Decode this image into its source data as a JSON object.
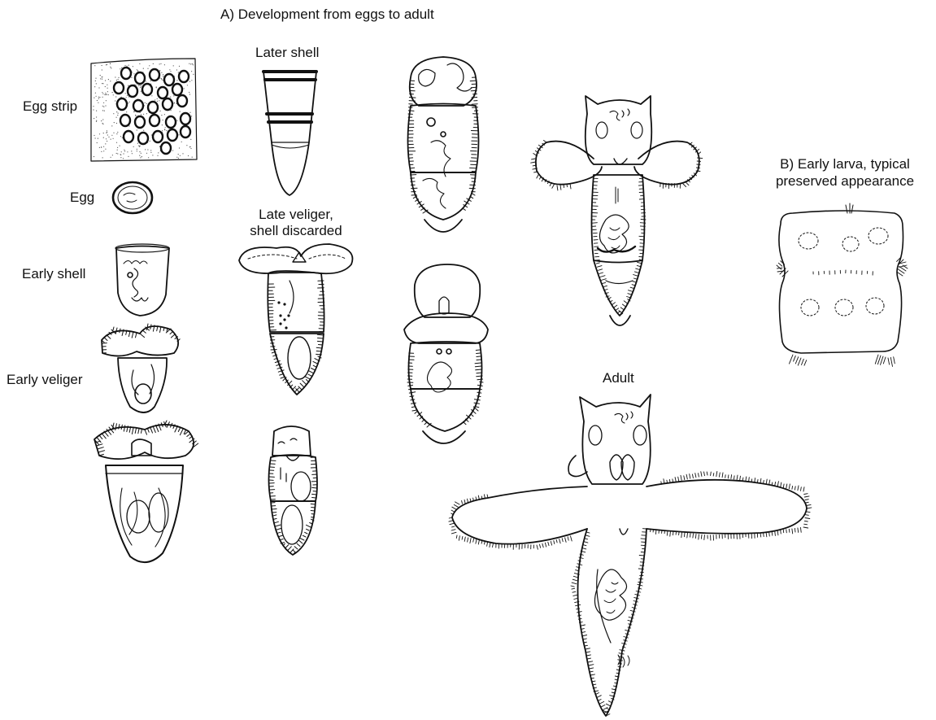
{
  "section_a": {
    "title": "A) Development from eggs to adult"
  },
  "section_b": {
    "title_line1": "B) Early larva, typical",
    "title_line2": "preserved appearance"
  },
  "stages": {
    "egg_strip": "Egg strip",
    "egg": "Egg",
    "early_shell": "Early shell",
    "early_veliger": "Early veliger",
    "later_shell": "Later shell",
    "late_veliger_line1": "Late veliger,",
    "late_veliger_line2": "shell discarded",
    "adult": "Adult"
  },
  "colors": {
    "ink": "#111111",
    "paper": "#ffffff"
  }
}
